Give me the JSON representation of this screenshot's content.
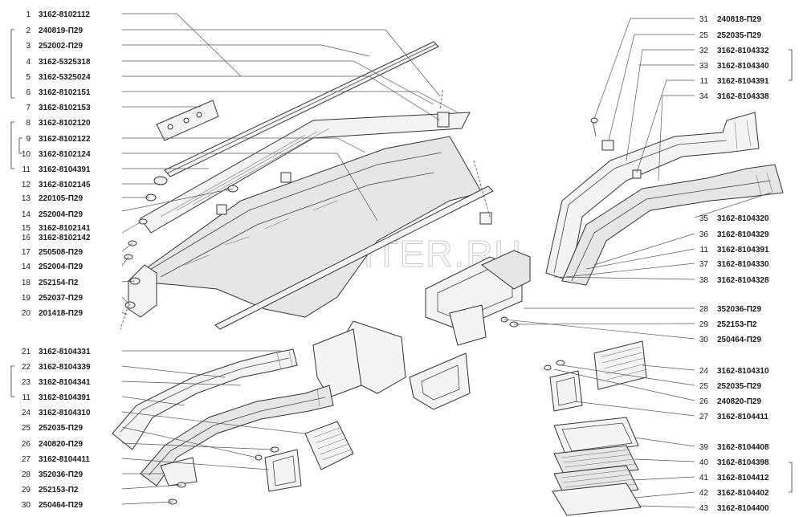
{
  "watermark": "AUTOPITER.RU",
  "left_top_labels": [
    {
      "n": "1",
      "code": "3162-8102112"
    },
    {
      "n": "2",
      "code": "240819-П29"
    },
    {
      "n": "3",
      "code": "252002-П29"
    },
    {
      "n": "4",
      "code": "3162-5325318"
    },
    {
      "n": "5",
      "code": "3162-5325024"
    },
    {
      "n": "6",
      "code": "3162-8102151"
    },
    {
      "n": "7",
      "code": "3162-8102153"
    },
    {
      "n": "8",
      "code": "3162-8102120"
    },
    {
      "n": "9",
      "code": "3162-8102122"
    },
    {
      "n": "10",
      "code": "3162-8102124"
    },
    {
      "n": "11",
      "code": "3162-8104391"
    },
    {
      "n": "12",
      "code": "3162-8102145"
    },
    {
      "n": "13",
      "code": "220105-П29"
    },
    {
      "n": "14",
      "code": "252004-П29"
    },
    {
      "n": "15",
      "code": "3162-8102141"
    },
    {
      "n": "16",
      "code": "3162-8102142"
    },
    {
      "n": "17",
      "code": "250508-П29"
    },
    {
      "n": "14",
      "code": "252004-П29"
    },
    {
      "n": "18",
      "code": "252154-П2"
    },
    {
      "n": "19",
      "code": "252037-П29"
    },
    {
      "n": "20",
      "code": "201418-П29"
    }
  ],
  "left_bottom_labels": [
    {
      "n": "21",
      "code": "3162-8104331"
    },
    {
      "n": "22",
      "code": "3162-8104339"
    },
    {
      "n": "23",
      "code": "3162-8104341"
    },
    {
      "n": "11",
      "code": "3162-8104391"
    },
    {
      "n": "24",
      "code": "3162-8104310"
    },
    {
      "n": "25",
      "code": "252035-П29"
    },
    {
      "n": "26",
      "code": "240820-П29"
    },
    {
      "n": "27",
      "code": "3162-8104411"
    },
    {
      "n": "28",
      "code": "352036-П29"
    },
    {
      "n": "29",
      "code": "252153-П2"
    },
    {
      "n": "30",
      "code": "250464-П29"
    }
  ],
  "right_top_labels": [
    {
      "n": "31",
      "code": "240818-П29"
    },
    {
      "n": "25",
      "code": "252035-П29"
    },
    {
      "n": "32",
      "code": "3162-8104332"
    },
    {
      "n": "33",
      "code": "3162-8104340"
    },
    {
      "n": "11",
      "code": "3162-8104391"
    },
    {
      "n": "34",
      "code": "3162-8104338"
    }
  ],
  "right_middle_labels": [
    {
      "n": "35",
      "code": "3162-8104320"
    },
    {
      "n": "36",
      "code": "3162-8104329"
    },
    {
      "n": "11",
      "code": "3162-8104391"
    },
    {
      "n": "37",
      "code": "3162-8104330"
    },
    {
      "n": "38",
      "code": "3162-8104328"
    },
    {
      "n": "28",
      "code": "352036-П29"
    },
    {
      "n": "29",
      "code": "252153-П2"
    },
    {
      "n": "30",
      "code": "250464-П29"
    }
  ],
  "right_bottom_labels": [
    {
      "n": "24",
      "code": "3162-8104310"
    },
    {
      "n": "25",
      "code": "252035-П29"
    },
    {
      "n": "26",
      "code": "240820-П29"
    },
    {
      "n": "27",
      "code": "3162-8104411"
    },
    {
      "n": "39",
      "code": "3162-8104408"
    },
    {
      "n": "40",
      "code": "3162-8104398"
    },
    {
      "n": "41",
      "code": "3162-8104412"
    },
    {
      "n": "42",
      "code": "3162-8104402"
    },
    {
      "n": "43",
      "code": "3162-8104400"
    }
  ]
}
